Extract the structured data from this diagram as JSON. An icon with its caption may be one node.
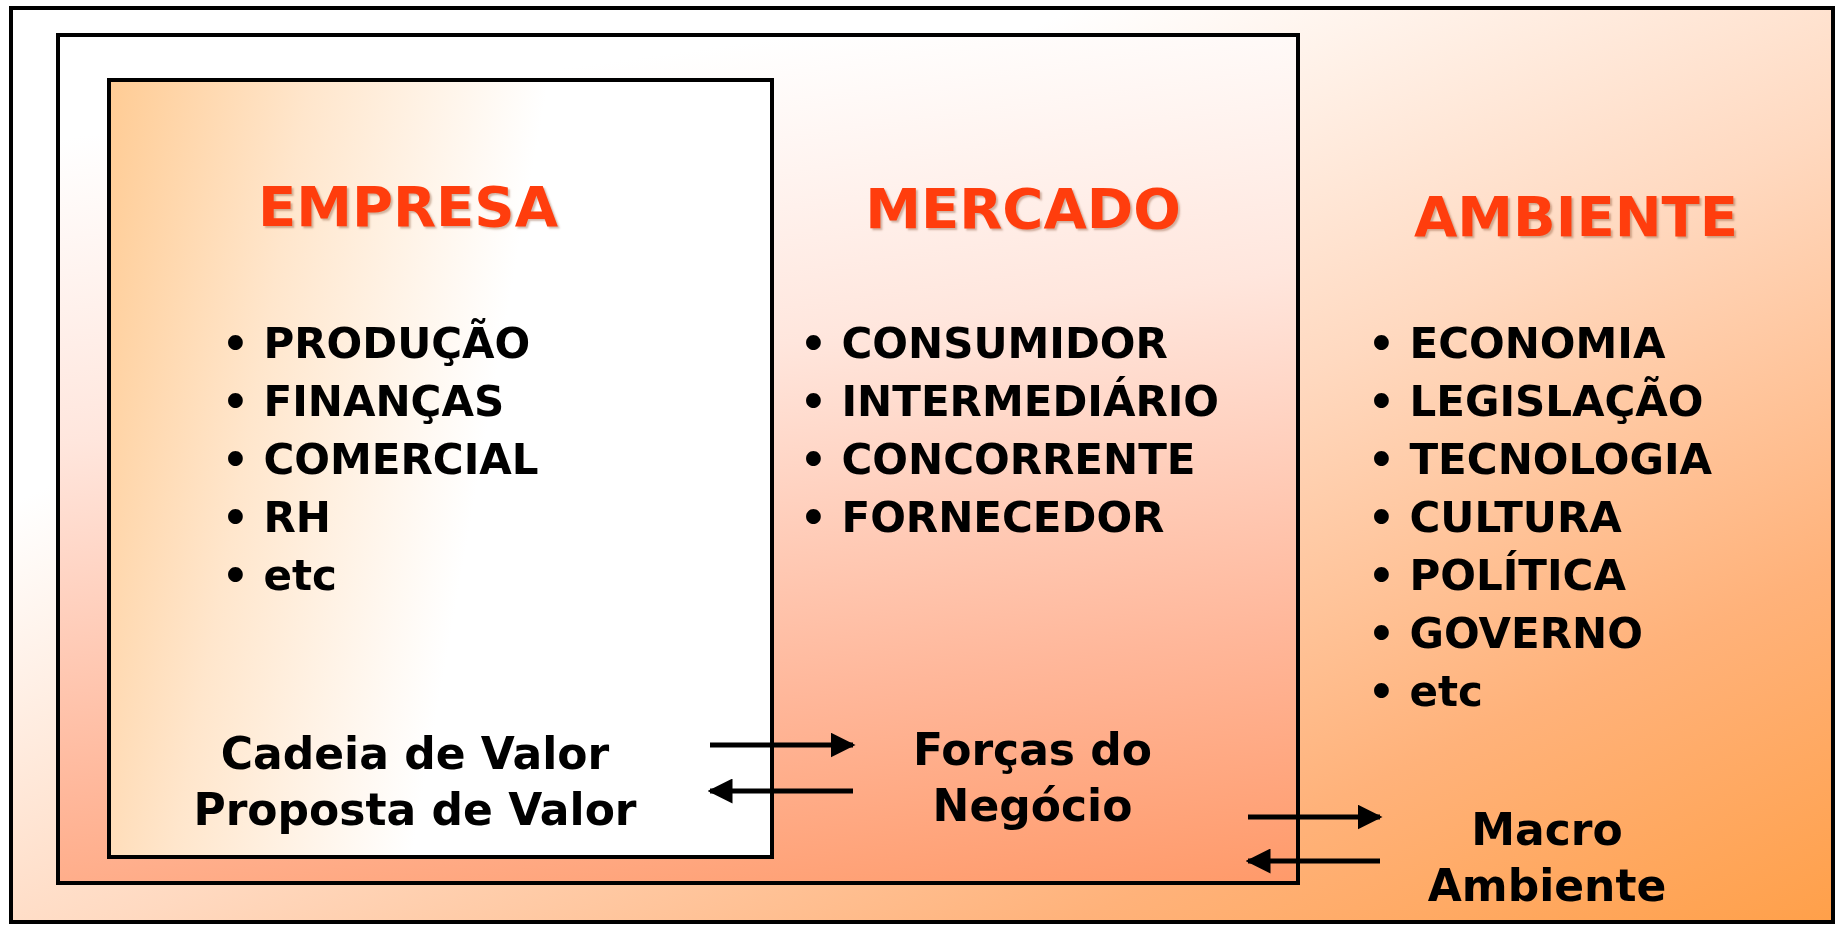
{
  "diagram": {
    "nodes": [
      {
        "text": [
          "AMBIENTE",
          "• ECONOMIA",
          "• LEGISLAÇÃO",
          "• TECNOLOGIA",
          "• CULTURA",
          "• POLÍTICA",
          "• GOVERNO",
          "• etc"
        ]
      },
      {
        "text": [
          "MERCADO",
          "• CONSUMIDOR",
          "• INTERMEDIÁRIO",
          "• CONCORRENTE",
          "• FORNECEDOR"
        ],
        "in": 0
      },
      {
        "text": [
          "EMPRESA",
          "• PRODUÇÃO",
          "• FINANÇAS",
          "• COMERCIAL",
          "• RH",
          "• etc"
        ],
        "in": 1
      },
      {
        "text": [
          "Cadeia de Valor",
          "Proposta de Valor"
        ],
        "in": 2
      },
      {
        "text": [
          "Forças do Negócio"
        ],
        "in": 1
      },
      {
        "text": [
          "Macro Ambiente"
        ],
        "in": 0
      }
    ],
    "edges": [
      {
        "from": 3,
        "to": 4,
        "arrow": "to"
      },
      {
        "from": 4,
        "to": 3,
        "arrow": "to"
      },
      {
        "from": 4,
        "to": 5,
        "arrow": "to"
      },
      {
        "from": 5,
        "to": 4,
        "arrow": "to"
      }
    ]
  }
}
